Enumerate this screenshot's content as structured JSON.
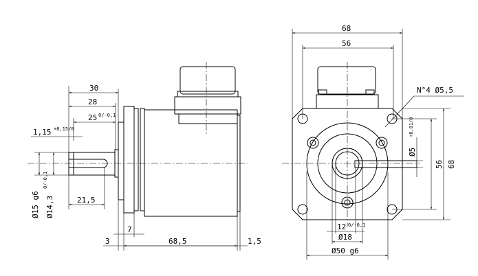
{
  "side_view": {
    "dims": {
      "d30": "30",
      "d28": "28",
      "d25": "25",
      "d25_tol": "0/-0,1",
      "d115": "1,15",
      "d115_tol": "+0,15/0",
      "d215": "21,5",
      "shaft_dia": "Ø15 g6",
      "flat_dia": "Ø14,3",
      "flat_tol": "0/-0,1",
      "d7": "7",
      "d3": "3",
      "d685": "68,5",
      "d15": "1,5"
    }
  },
  "front_view": {
    "dims": {
      "w68": "68",
      "w56": "56",
      "h68": "68",
      "h56": "56",
      "holes": "N°4 Ø5,5",
      "pin_dia": "Ø5",
      "pin_tol": "+0,01/0",
      "d12": "12",
      "d12_tol": "0/-0,1",
      "d18": "Ø18",
      "d50": "Ø50 g6"
    }
  }
}
